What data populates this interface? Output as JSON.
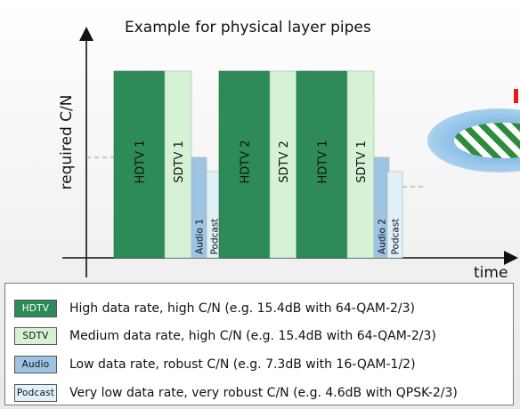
{
  "title": "Example for physical layer pipes",
  "y_axis_label": "required C/N",
  "x_axis_label": "time",
  "colors": {
    "hdtv": "#2e8b57",
    "sdtv": "#d6f2d6",
    "audio": "#9ec3e3",
    "podcast": "#e2f0fa",
    "ellipse_blue": "#8ec0e4",
    "ellipse_green": "#2e8b3c",
    "marker_red": "#e02020"
  },
  "bars": [
    {
      "label": "HDTV 1",
      "type": "hdtv"
    },
    {
      "label": "SDTV 1",
      "type": "sdtv"
    },
    {
      "label": "Audio 1",
      "type": "audio"
    },
    {
      "label": "Podcast",
      "type": "podcast"
    },
    {
      "label": "HDTV 2",
      "type": "hdtv"
    },
    {
      "label": "SDTV 2",
      "type": "sdtv"
    },
    {
      "label": "HDTV 1",
      "type": "hdtv"
    },
    {
      "label": "SDTV 1",
      "type": "sdtv"
    },
    {
      "label": "Audio 2",
      "type": "audio"
    },
    {
      "label": "Podcast",
      "type": "podcast"
    }
  ],
  "legend": [
    {
      "key": "HDTV",
      "type": "hdtv",
      "text": "High data rate, high C/N (e.g. 15.4dB with 64-QAM-2/3)"
    },
    {
      "key": "SDTV",
      "type": "sdtv",
      "text": "Medium data rate, high C/N (e.g. 15.4dB with 64-QAM-2/3)"
    },
    {
      "key": "Audio",
      "type": "audio",
      "text": "Low data rate, robust C/N (e.g. 7.3dB with 16-QAM-1/2)"
    },
    {
      "key": "Podcast",
      "type": "podcast",
      "text": "Very low data rate, very robust C/N (e.g. 4.6dB with QPSK-2/3)"
    }
  ]
}
